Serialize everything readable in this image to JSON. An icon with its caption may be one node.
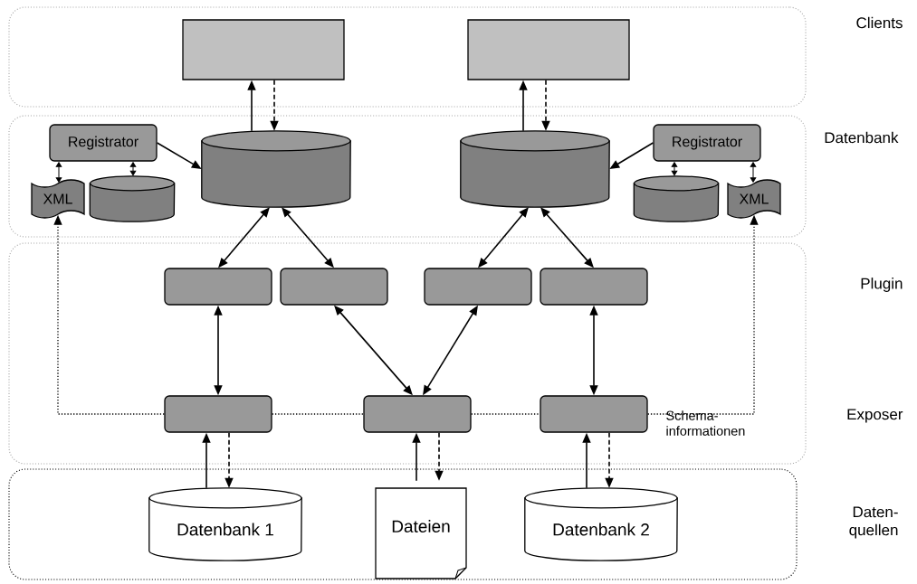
{
  "diagram": {
    "nodes": [
      {
        "text": [
          "Clients"
        ]
      },
      {
        "text": [],
        "shape": "box",
        "in": 0
      },
      {
        "text": [],
        "shape": "box",
        "in": 0
      },
      {
        "text": [
          "Datenbank"
        ]
      },
      {
        "text": [
          "Registrator"
        ],
        "in": 3
      },
      {
        "text": [
          "XML"
        ],
        "in": 3
      },
      {
        "text": [],
        "shape": "cylinder",
        "in": 3
      },
      {
        "text": [],
        "shape": "cylinder",
        "in": 3
      },
      {
        "text": [],
        "shape": "cylinder",
        "in": 3
      },
      {
        "text": [
          "Registrator"
        ],
        "in": 3
      },
      {
        "text": [],
        "shape": "cylinder",
        "in": 3
      },
      {
        "text": [
          "XML"
        ],
        "in": 3
      },
      {
        "text": [
          "Plugin",
          "Exposer"
        ]
      },
      {
        "text": [],
        "shape": "box",
        "in": 12
      },
      {
        "text": [],
        "shape": "box",
        "in": 12
      },
      {
        "text": [],
        "shape": "box",
        "in": 12
      },
      {
        "text": [],
        "shape": "box",
        "in": 12
      },
      {
        "text": [],
        "shape": "box",
        "in": 12
      },
      {
        "text": [],
        "shape": "box",
        "in": 12
      },
      {
        "text": [],
        "shape": "box",
        "in": 12
      },
      {
        "text": [
          "Daten- quellen"
        ]
      },
      {
        "text": [
          "Datenbank 1"
        ],
        "in": 20
      },
      {
        "text": [
          "Dateien"
        ],
        "in": 20
      },
      {
        "text": [
          "Datenbank 2"
        ],
        "in": 20
      }
    ],
    "edges": [
      {
        "from": 7,
        "to": 1,
        "arrow": "to"
      },
      {
        "from": 1,
        "to": 7,
        "arrow": "to",
        "style": "dashed"
      },
      {
        "from": 8,
        "to": 2,
        "arrow": "to"
      },
      {
        "from": 2,
        "to": 8,
        "arrow": "to",
        "style": "dashed"
      },
      {
        "from": 4,
        "to": 7,
        "arrow": "to"
      },
      {
        "from": 4,
        "to": 5,
        "arrow": "both"
      },
      {
        "from": 4,
        "to": 6,
        "arrow": "both"
      },
      {
        "from": 9,
        "to": 8,
        "arrow": "to"
      },
      {
        "from": 9,
        "to": 10,
        "arrow": "both"
      },
      {
        "from": 9,
        "to": 11,
        "arrow": "both"
      },
      {
        "from": 13,
        "to": 7,
        "arrow": "both"
      },
      {
        "from": 14,
        "to": 7,
        "arrow": "both"
      },
      {
        "from": 15,
        "to": 8,
        "arrow": "both"
      },
      {
        "from": 16,
        "to": 8,
        "arrow": "both"
      },
      {
        "from": 13,
        "to": 17,
        "arrow": "both"
      },
      {
        "from": 14,
        "to": 18,
        "arrow": "both"
      },
      {
        "from": 15,
        "to": 18,
        "arrow": "both"
      },
      {
        "from": 16,
        "to": 19,
        "arrow": "both"
      },
      {
        "from": 17,
        "to": 5,
        "arrow": "to",
        "style": "dashed"
      },
      {
        "from": 17,
        "to": 18,
        "arrow": "none",
        "style": "dashed"
      },
      {
        "from": 18,
        "to": 19,
        "arrow": "none",
        "style": "dashed"
      },
      {
        "from": 19,
        "to": 11,
        "arrow": "to",
        "style": "dashed"
      },
      {
        "from": 21,
        "to": 17,
        "arrow": "to"
      },
      {
        "from": 17,
        "to": 21,
        "arrow": "to",
        "style": "dashed"
      },
      {
        "from": 22,
        "to": 18,
        "arrow": "to"
      },
      {
        "from": 18,
        "to": 22,
        "arrow": "to",
        "style": "dashed"
      },
      {
        "from": 23,
        "to": 19,
        "arrow": "to"
      },
      {
        "from": 19,
        "to": 23,
        "arrow": "to",
        "style": "dashed"
      }
    ],
    "labels": [
      "Schema- informationen"
    ]
  }
}
